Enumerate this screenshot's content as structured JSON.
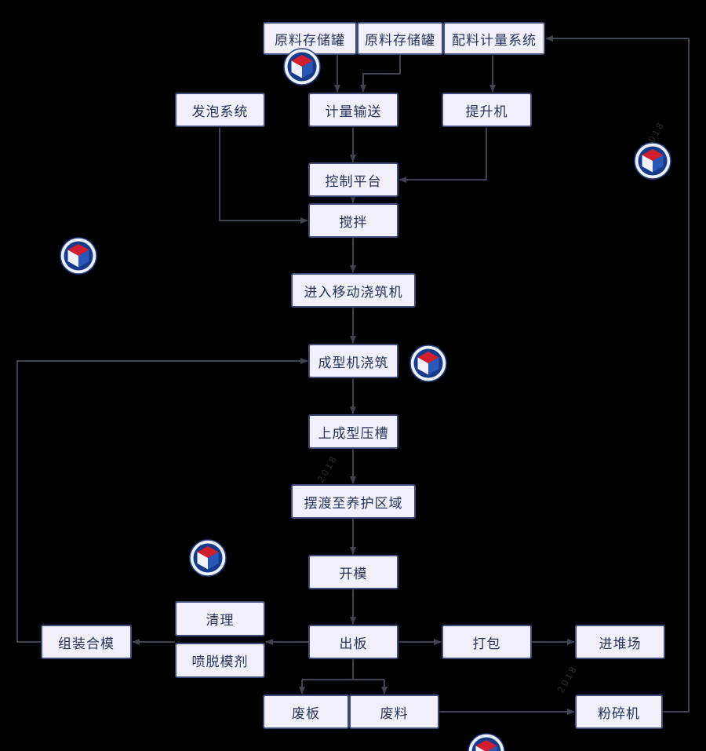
{
  "diagram": {
    "type": "process-flowchart",
    "language": "zh-CN",
    "nodes": {
      "storage_tank_1": "原料存储罐",
      "storage_tank_2": "原料存储罐",
      "batching_system": "配料计量系统",
      "foaming_system": "发泡系统",
      "metering_conveying": "计量输送",
      "elevator": "提升机",
      "control_platform": "控制平台",
      "stirring": "搅拌",
      "mobile_pouring": "进入移动浇筑机",
      "forming_pouring": "成型机浇筑",
      "forming_groove": "上成型压槽",
      "curing_area": "摆渡至养护区域",
      "open_mold": "开模",
      "cleaning": "清理",
      "spray_release_agent": "喷脱模剂",
      "assemble_mold": "组装合模",
      "board_out": "出板",
      "packing": "打包",
      "storage_yard": "进堆场",
      "waste_board": "废板",
      "waste_material": "废料",
      "crusher": "粉碎机"
    },
    "edges": [
      {
        "from": "storage_tank_1",
        "to": "metering_conveying"
      },
      {
        "from": "storage_tank_2",
        "to": "metering_conveying"
      },
      {
        "from": "batching_system",
        "to": "elevator"
      },
      {
        "from": "metering_conveying",
        "to": "control_platform"
      },
      {
        "from": "elevator",
        "to": "control_platform"
      },
      {
        "from": "foaming_system",
        "to": "stirring"
      },
      {
        "from": "control_platform",
        "to": "stirring"
      },
      {
        "from": "stirring",
        "to": "mobile_pouring"
      },
      {
        "from": "mobile_pouring",
        "to": "forming_pouring"
      },
      {
        "from": "forming_pouring",
        "to": "forming_groove"
      },
      {
        "from": "forming_groove",
        "to": "curing_area"
      },
      {
        "from": "curing_area",
        "to": "open_mold"
      },
      {
        "from": "open_mold",
        "to": "board_out"
      },
      {
        "from": "board_out",
        "to": "spray_release_agent"
      },
      {
        "from": "spray_release_agent",
        "to": "assemble_mold"
      },
      {
        "from": "assemble_mold",
        "to": "forming_pouring"
      },
      {
        "from": "board_out",
        "to": "packing"
      },
      {
        "from": "packing",
        "to": "storage_yard"
      },
      {
        "from": "board_out",
        "to": "waste_board"
      },
      {
        "from": "board_out",
        "to": "waste_material"
      },
      {
        "from": "waste_material",
        "to": "crusher"
      },
      {
        "from": "crusher",
        "to": "batching_system"
      }
    ],
    "colors": {
      "background": "#000000",
      "box_fill": "#f1f0fa",
      "box_border": "#3e4b7d",
      "box_text": "#26335e",
      "connector": "#3f4354",
      "logo_red": "#d21f2e",
      "logo_navy": "#163a8c",
      "logo_blue": "#2a57b8",
      "logo_ring": "#eef1f7"
    },
    "watermarks": [
      "2018",
      "2018",
      "2018"
    ]
  }
}
